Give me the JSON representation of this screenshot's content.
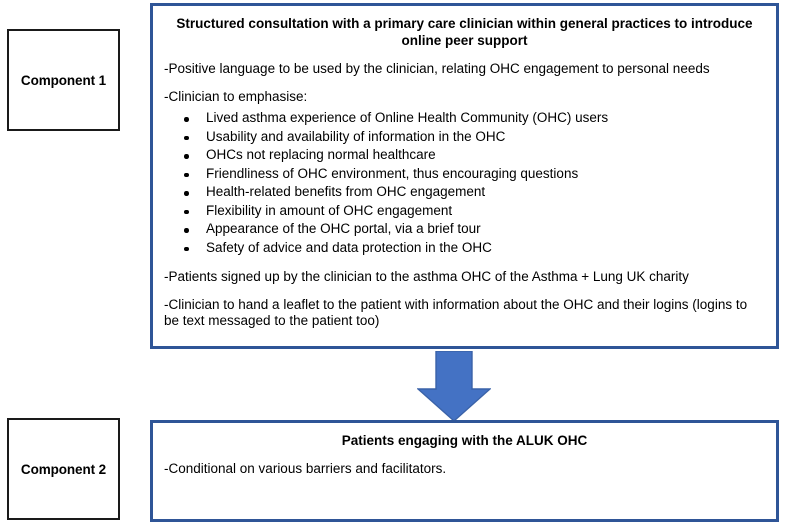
{
  "diagram": {
    "accent_border_color": "#2f5597",
    "arrow_fill_color": "#4472c4",
    "arrow_stroke_color": "#3a62a8",
    "component_box_border_color": "#1a1a1a",
    "arrow_icon_name": "down-arrow-icon"
  },
  "component_1": {
    "label": "Component 1",
    "title": "Structured consultation with a primary care clinician within general practices to introduce online peer support",
    "paragraph_1": "-Positive language to be used by the clinician, relating OHC engagement to personal needs",
    "paragraph_2": "-Clinician to emphasise:",
    "bullets": [
      "Lived asthma experience of Online Health Community (OHC) users",
      "Usability and availability of information in the OHC",
      "OHCs not replacing normal healthcare",
      "Friendliness of OHC environment, thus encouraging questions",
      "Health-related benefits from OHC engagement",
      "Flexibility in amount of OHC engagement",
      "Appearance of the OHC portal, via a brief tour",
      "Safety of advice and data protection in the OHC"
    ],
    "paragraph_3": "-Patients signed up by the clinician to the asthma OHC of the Asthma + Lung UK charity",
    "paragraph_4": "-Clinician to hand a leaflet to the patient with information about the OHC and their logins (logins to be text messaged to the patient too)"
  },
  "component_2": {
    "label": "Component 2",
    "title": "Patients engaging with the ALUK OHC",
    "paragraph_1": "-Conditional on various barriers and facilitators."
  }
}
